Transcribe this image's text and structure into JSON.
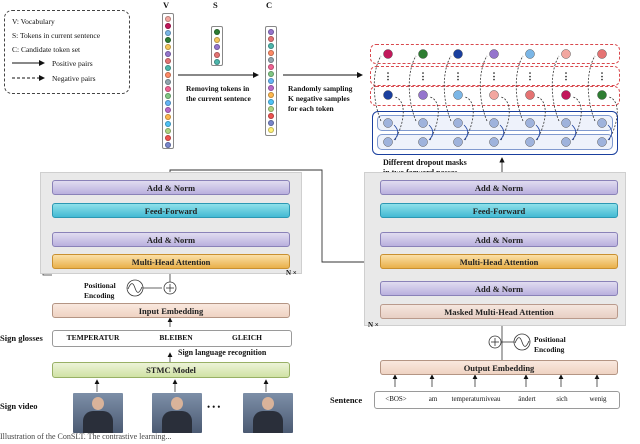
{
  "legend": {
    "vocab": "V: Vocabulary",
    "sentence_tokens": "S: Tokens in current sentence",
    "candidate": "C: Candidate token set",
    "positive": "Positive pairs",
    "negative": "Negative pairs"
  },
  "columns": {
    "v": "V",
    "s": "S",
    "c": "C"
  },
  "annotations": {
    "remove_1": "Removing tokens in",
    "remove_2": "the current sentence",
    "sample_1": "Randomly sampling",
    "sample_2": "K negative samples",
    "sample_3": "for each token",
    "dropout_1": "Different dropout masks",
    "dropout_2": "in two forward passes",
    "pos_enc_1": "Positional",
    "pos_enc_2": "Encoding",
    "nx": "N ×",
    "sign_glosses": "Sign glosses",
    "slr": "Sign language recognition",
    "sign_video": "Sign video",
    "sentence": "Sentence",
    "ellipsis": "•••"
  },
  "encoder": {
    "add_norm_top": "Add & Norm",
    "feed_forward": "Feed-Forward",
    "add_norm_bottom": "Add & Norm",
    "mha": "Multi-Head Attention",
    "input_embedding": "Input Embedding",
    "stmc": "STMC Model",
    "glosses": [
      "TEMPERATUR",
      "BLEIBEN",
      "GLEICH"
    ]
  },
  "decoder": {
    "add_norm_top": "Add & Norm",
    "feed_forward": "Feed-Forward",
    "add_norm_mid": "Add & Norm",
    "mha": "Multi-Head Attention",
    "add_norm_low": "Add & Norm",
    "masked_mha": "Masked Multi-Head Attention",
    "output_embedding": "Output Embedding",
    "tokens": [
      "<BOS>",
      "am",
      "temperaturniveau",
      "ändert",
      "sich",
      "wenig"
    ]
  },
  "colors": {
    "add_norm": "#c5bde6",
    "feed_forward": "#43b9d3",
    "mha": "#e9b04a",
    "masked_mha": "#e8cfc4",
    "stmc": "#d0e2a4",
    "positive_line": "#1a3f9e",
    "negative_box": "#d9484d"
  },
  "caption": "Illustration of the ConSLT. The contrastive learning..."
}
